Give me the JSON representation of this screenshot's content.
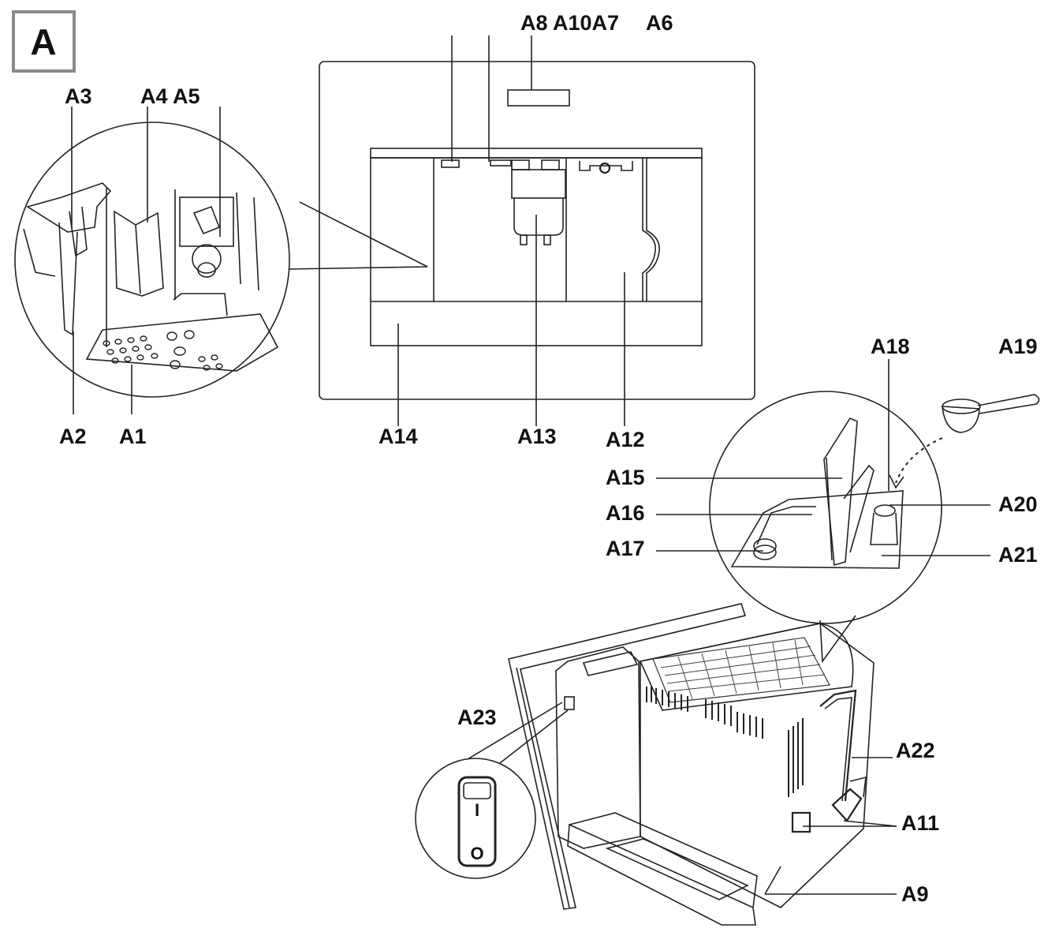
{
  "figure": {
    "section_letter": "A",
    "labels": {
      "a1": "A1",
      "a2": "A2",
      "a3": "A3",
      "a4a5": "A4 A5",
      "a8a10a7": "A8 A10A7",
      "a6": "A6",
      "a9": "A9",
      "a11": "A11",
      "a12": "A12",
      "a13": "A13",
      "a14": "A14",
      "a15": "A15",
      "a16": "A16",
      "a17": "A17",
      "a18": "A18",
      "a19": "A19",
      "a20": "A20",
      "a21": "A21",
      "a22": "A22",
      "a23": "A23"
    },
    "switch_symbols": {
      "on": "I",
      "off": "O"
    }
  }
}
